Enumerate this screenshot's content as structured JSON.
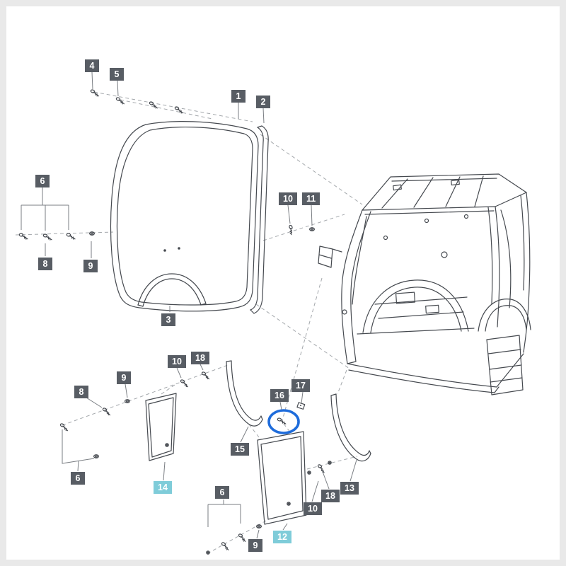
{
  "colors": {
    "page_bg": "#ffffff",
    "frame": "#e9e9e9",
    "line": "#45494f",
    "dash": "#a4a8ac",
    "leader": "#7a7e83",
    "label_bg": "#585d64",
    "label_text": "#ffffff",
    "highlight_bg": "#7fccd9",
    "accent_circle": "#1e6cdb"
  },
  "highlight": {
    "shape": "ellipse",
    "around_part": "16"
  },
  "callouts": [
    {
      "text": "4"
    },
    {
      "text": "5"
    },
    {
      "text": "1"
    },
    {
      "text": "2"
    },
    {
      "text": "6"
    },
    {
      "text": "8"
    },
    {
      "text": "9"
    },
    {
      "text": "3"
    },
    {
      "text": "10"
    },
    {
      "text": "11"
    },
    {
      "text": "10"
    },
    {
      "text": "18"
    },
    {
      "text": "9"
    },
    {
      "text": "8"
    },
    {
      "text": "16"
    },
    {
      "text": "17"
    },
    {
      "text": "15"
    },
    {
      "text": "14"
    },
    {
      "text": "6"
    },
    {
      "text": "13"
    },
    {
      "text": "18"
    },
    {
      "text": "10"
    },
    {
      "text": "12"
    },
    {
      "text": "6"
    },
    {
      "text": "9"
    }
  ]
}
